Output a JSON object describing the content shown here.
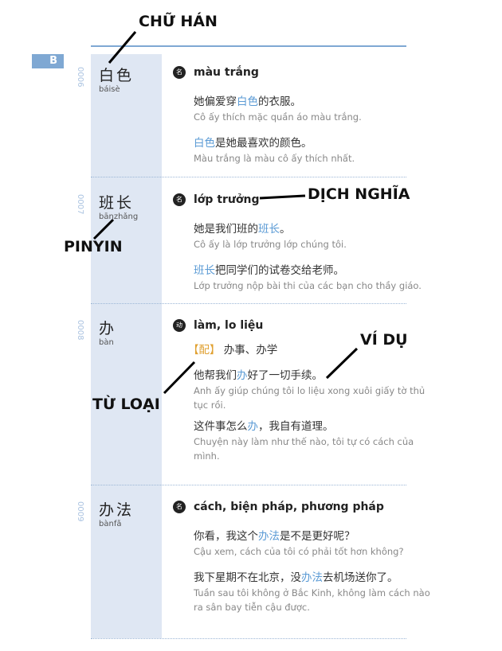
{
  "section_letter": "B",
  "entries": [
    {
      "num": "0006",
      "hanzi": "白色",
      "pinyin": "báisè",
      "pos": "名",
      "meaning": "màu trắng",
      "examples": [
        {
          "zh": [
            "她偏爱穿",
            "白色",
            "的衣服。"
          ],
          "vi": "Cô ấy thích mặc quần áo màu trắng."
        },
        {
          "zh": [
            "",
            "白色",
            "是她最喜欢的颜色。"
          ],
          "vi": "Màu trắng là màu cô ấy thích nhất."
        }
      ]
    },
    {
      "num": "0007",
      "hanzi": "班长",
      "pinyin": "bānzhǎng",
      "pos": "名",
      "meaning": "lớp trưởng",
      "examples": [
        {
          "zh": [
            "她是我们班的",
            "班长",
            "。"
          ],
          "vi": "Cô ấy là lớp trưởng lớp chúng tôi."
        },
        {
          "zh": [
            "",
            "班长",
            "把同学们的试卷交给老师。"
          ],
          "vi": "Lớp trưởng nộp bài thi của các bạn cho thầy giáo."
        }
      ]
    },
    {
      "num": "0008",
      "hanzi": "办",
      "pinyin": "bàn",
      "pos": "动",
      "meaning": "làm, lo liệu",
      "collocation_tag": "【配】",
      "collocation": "办事、办学",
      "examples": [
        {
          "zh": [
            "他帮我们",
            "办",
            "好了一切手续。"
          ],
          "vi": "Anh ấy giúp chúng tôi lo liệu xong xuôi giấy tờ thủ tục rồi."
        },
        {
          "zh": [
            "这件事怎么",
            "办",
            "，我自有道理。"
          ],
          "vi": "Chuyện này làm như thế nào, tôi tự có cách của mình."
        }
      ]
    },
    {
      "num": "0009",
      "hanzi": "办法",
      "pinyin": "bànfǎ",
      "pos": "名",
      "meaning": "cách, biện pháp, phương pháp",
      "examples": [
        {
          "zh": [
            "你看，我这个",
            "办法",
            "是不是更好呢？"
          ],
          "vi": "Cậu xem, cách của tôi có phải tốt hơn không?"
        },
        {
          "zh": [
            "我下星期不在北京，没",
            "办法",
            "去机场送你了。"
          ],
          "vi": "Tuần sau tôi không ở Bắc Kinh, không làm cách nào ra sân bay tiễn cậu được."
        }
      ]
    }
  ],
  "annotations": {
    "chu_han": "CHỮ HÁN",
    "dich_nghia": "DỊCH NGHĨA",
    "pinyin": "PINYIN",
    "vi_du": "VÍ DỤ",
    "tu_loai": "TỪ LOẠI"
  }
}
